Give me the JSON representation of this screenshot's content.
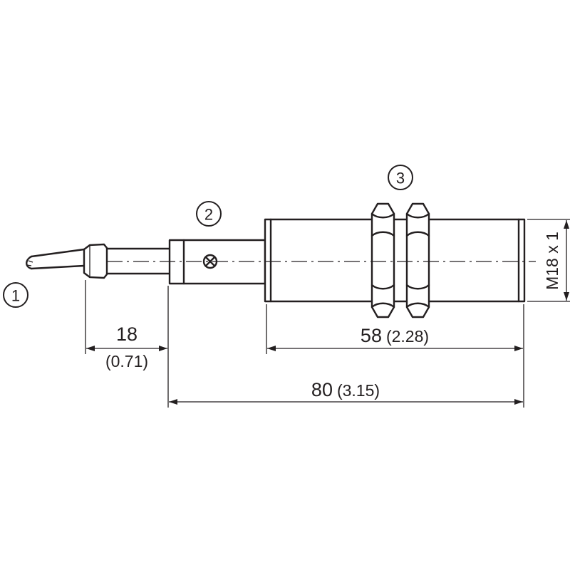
{
  "callouts": {
    "c1": "1",
    "c2": "2",
    "c3": "3"
  },
  "dimensions": {
    "d18": {
      "value": "18",
      "inch": "(0.71)"
    },
    "d58": {
      "value": "58",
      "inch": "(2.28)"
    },
    "d80": {
      "value": "80",
      "inch": "(3.15)"
    },
    "thread": "M18 x 1"
  },
  "colors": {
    "line": "#231f20",
    "background": "#ffffff"
  }
}
